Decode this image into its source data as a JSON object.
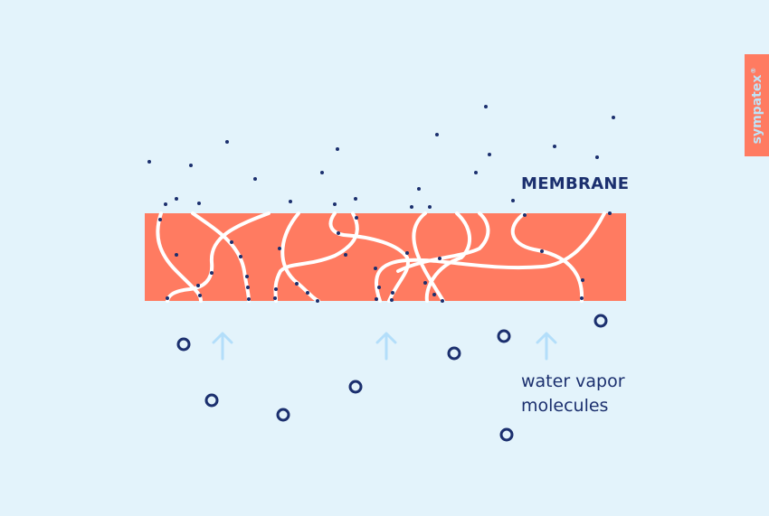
{
  "labels": {
    "membrane": "MEMBRANE",
    "vapor_line1": "water vapor",
    "vapor_line2": "molecules"
  },
  "brand": {
    "name": "sympatex",
    "mark": "®"
  },
  "colors": {
    "background": "#e3f3fb",
    "membrane": "#ff7b61",
    "fiber": "#ffffff",
    "dot": "#1b2f6e",
    "arrow": "#b3defa"
  }
}
